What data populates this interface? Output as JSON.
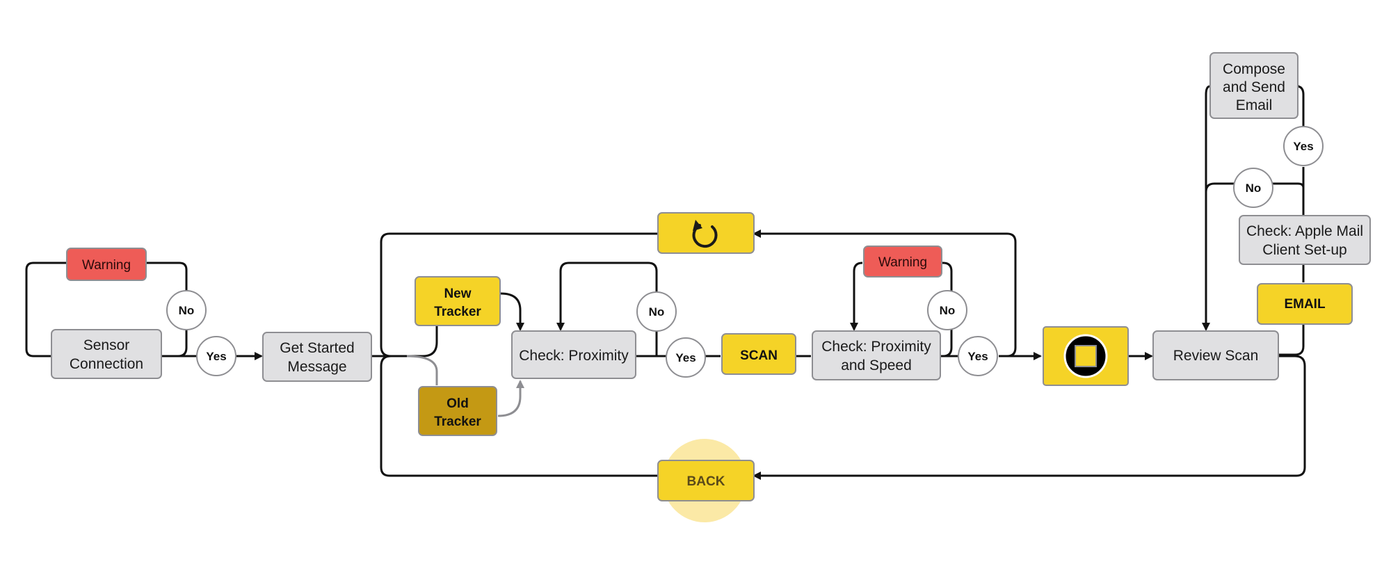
{
  "colors": {
    "gray_node": "#e0e0e2",
    "yellow_node": "#f5d327",
    "gold_node": "#c49914",
    "warning_node": "#ee5c57",
    "highlight_glow": "#fbe9a6",
    "edge": "#111111",
    "edge_secondary": "#8e8e92"
  },
  "nodes": {
    "warning_1": "Warning",
    "sensor_connection": [
      "Sensor",
      "Connection"
    ],
    "get_started_message": [
      "Get Started",
      "Message"
    ],
    "new_tracker": [
      "New",
      "Tracker"
    ],
    "old_tracker": [
      "Old",
      "Tracker"
    ],
    "check_proximity": "Check: Proximity",
    "scan_button": "SCAN",
    "warning_2": "Warning",
    "check_proximity_speed": [
      "Check: Proximity",
      "and Speed"
    ],
    "stop_button_icon": "stop-icon",
    "refresh_button_icon": "refresh-icon",
    "back_button": "BACK",
    "review_scan": "Review Scan",
    "email_button": "EMAIL",
    "check_apple_mail": [
      "Check: Apple Mail",
      "Client Set-up"
    ],
    "compose_send_email": [
      "Compose",
      "and Send",
      "Email"
    ]
  },
  "decisions": {
    "no_sensor": "No",
    "yes_sensor": "Yes",
    "no_proximity": "No",
    "yes_proximity": "Yes",
    "no_speed": "No",
    "yes_speed": "Yes",
    "no_mail": "No",
    "yes_mail": "Yes"
  }
}
